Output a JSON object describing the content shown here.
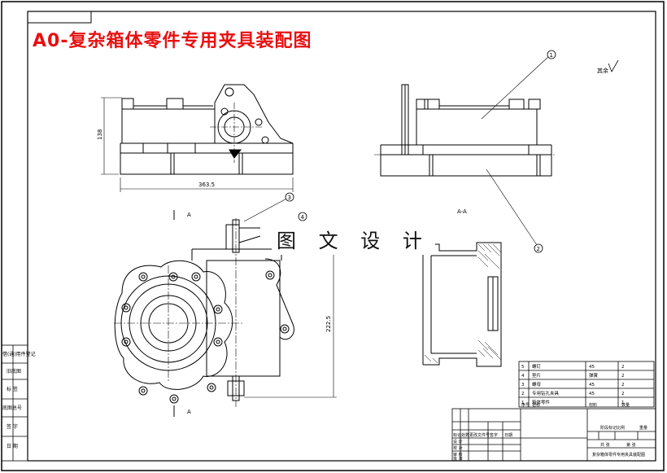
{
  "drawing": {
    "title": "A0-复杂箱体零件专用夹具装配图",
    "watermark": "图 文 设 计",
    "roughness_note": "其余",
    "section_label": "A-A",
    "view_arrow_letter": "A",
    "dimensions": {
      "height_front": "138",
      "width_front": "363.5",
      "height_plan": "222.5"
    },
    "balloons": [
      "1",
      "2",
      "3",
      "4"
    ]
  },
  "left_strip": {
    "cells": [
      "借(通)用件登记",
      "旧底图",
      "标 签",
      "底图总号",
      "签 字",
      "日 期"
    ]
  },
  "parts_list": {
    "rows": [
      {
        "no": "5",
        "name": "螺钉",
        "material": "45",
        "qty": "2"
      },
      {
        "no": "4",
        "name": "垫片",
        "material": "弹簧",
        "qty": "2"
      },
      {
        "no": "3",
        "name": "螺母",
        "material": "45",
        "qty": "2"
      },
      {
        "no": "2",
        "name": "专用钻孔夹具",
        "material": "45",
        "qty": "2"
      },
      {
        "no": "1",
        "name": "箱体零件",
        "material": "",
        "qty": "1"
      }
    ],
    "header": {
      "no": "序号",
      "name": "名称",
      "material": "材料",
      "qty": "数量"
    }
  },
  "title_block": {
    "labels": [
      "标记",
      "处数",
      "更改文件号",
      "签字",
      "日期"
    ],
    "rows": [
      "设 计",
      "校 对",
      "审 核",
      "批 准"
    ],
    "stage": "阶段标记",
    "scale": "比例",
    "weight": "重量",
    "sheet": "共 张",
    "sheet_of": "第 张",
    "name": "复杂箱体零件专用夹具装配图"
  }
}
